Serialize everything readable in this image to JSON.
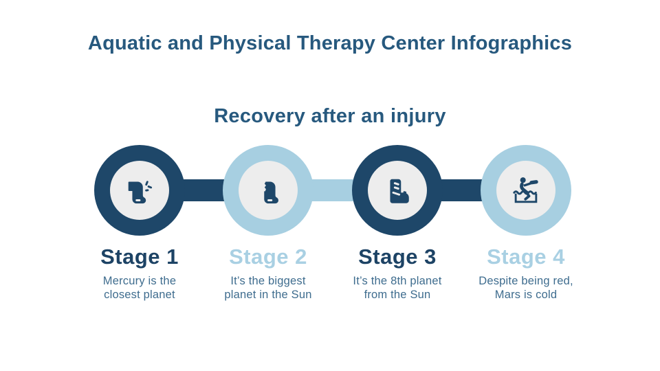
{
  "title": "Aquatic and Physical Therapy Center Infographics",
  "subtitle": "Recovery after an injury",
  "colors": {
    "background": "#ffffff",
    "title_text": "#27597e",
    "navy": "#1e4769",
    "heading_dark": "#1d4365",
    "light_blue": "#a7cfe1",
    "heading_light": "#a9d0e3",
    "inner_gray": "#ededed",
    "desc_text": "#3e6c8e"
  },
  "stages": [
    {
      "label": "Stage 1",
      "theme": "dark",
      "icon": "injured-leg-icon",
      "description_lines": [
        "Mercury is the",
        "closest planet"
      ]
    },
    {
      "label": "Stage 2",
      "theme": "light",
      "icon": "leg-cast-icon",
      "description_lines": [
        "It’s the biggest",
        "planet in the Sun"
      ]
    },
    {
      "label": "Stage 3",
      "theme": "dark",
      "icon": "orthopedic-boot-icon",
      "description_lines": [
        "It’s the 8th planet",
        "from the Sun"
      ]
    },
    {
      "label": "Stage 4",
      "theme": "light",
      "icon": "hydrotherapy-tub-icon",
      "description_lines": [
        "Despite being red,",
        "Mars is cold"
      ]
    }
  ],
  "connectors": [
    {
      "theme": "dark"
    },
    {
      "theme": "light"
    },
    {
      "theme": "dark"
    }
  ]
}
